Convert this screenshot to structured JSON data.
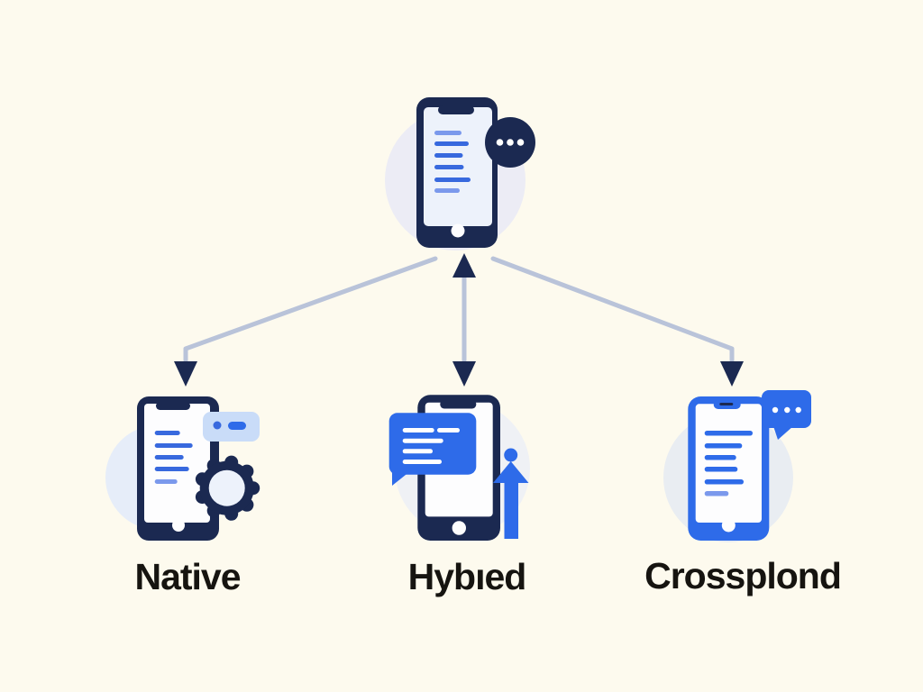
{
  "colors": {
    "background": "#fdfaee",
    "navy": "#1b2951",
    "blue": "#2e6be9",
    "line_blue": "#3869de",
    "line_blue_light": "#7b99ec",
    "screen_tint": "#edf2fb",
    "screen_white": "#fdfdfe",
    "toggle_card": "#c9dcf8",
    "arrow": "#b9c3d9",
    "halo_lavender": "#ececf5",
    "halo_blue": "#e6edf9",
    "halo_faint": "#eff1f5",
    "halo_gray": "#e9edf2",
    "label_text": "#161410"
  },
  "diagram": {
    "root_node": {
      "id": "root",
      "icon": "smartphone-with-chat-dots-bubble"
    },
    "nodes": [
      {
        "id": "native",
        "label": "Native",
        "icon": "smartphone-with-toggle-and-gear"
      },
      {
        "id": "hybied",
        "label": "Hybıed",
        "icon": "smartphone-with-message-bubble-and-person"
      },
      {
        "id": "crossplond",
        "label": "Crossplond",
        "icon": "smartphone-with-chat-dots-bubble"
      }
    ],
    "edges": [
      {
        "from": "root",
        "to": "native",
        "arrowheads": "down"
      },
      {
        "from": "root",
        "to": "hybied",
        "arrowheads": "up-and-down"
      },
      {
        "from": "root",
        "to": "crossplond",
        "arrowheads": "down"
      }
    ]
  }
}
